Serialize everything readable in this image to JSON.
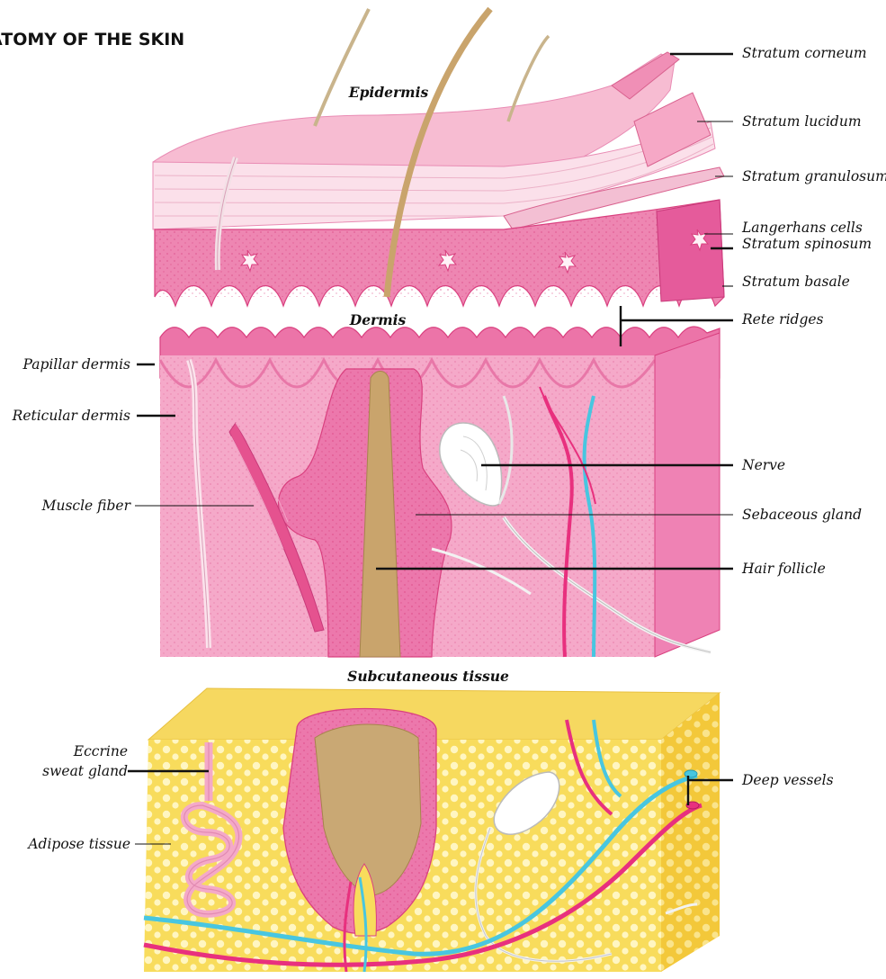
{
  "title": "ATOMY OF THE SKIN",
  "sections": {
    "epidermis": "Epidermis",
    "dermis": "Dermis",
    "subcutaneous": "Subcutaneous tissue"
  },
  "labels": {
    "stratum_corneum": "Stratum corneum",
    "stratum_lucidum": "Stratum lucidum",
    "stratum_granulosum": "Stratum granulosum",
    "langerhans_cells": "Langerhans cells",
    "stratum_spinosum": "Stratum spinosum",
    "stratum_basale": "Stratum basale",
    "rete_ridges": "Rete ridges",
    "papillar_dermis": "Papillar dermis",
    "reticular_dermis": "Reticular dermis",
    "muscle_fiber": "Muscle fiber",
    "nerve": "Nerve",
    "sebaceous_gland": "Sebaceous gland",
    "hair_follicle": "Hair follicle",
    "eccrine_line1": "Eccrine",
    "eccrine_line2": "sweat gland",
    "deep_vessels": "Deep vessels",
    "adipose_tissue": "Adipose tissue"
  },
  "colors": {
    "epidermis_light": "#f7c4d6",
    "epidermis_pink": "#f29cc0",
    "epidermis_deep": "#e8559a",
    "dermis_fill": "#f4a8c8",
    "dermis_side": "#ee7db0",
    "hair": "#c8a878",
    "fat_fill": "#f8dc5c",
    "fat_side": "#f3ca3c",
    "artery": "#e8307e",
    "vein": "#48c6e0",
    "nerve": "#f2f2f2"
  }
}
